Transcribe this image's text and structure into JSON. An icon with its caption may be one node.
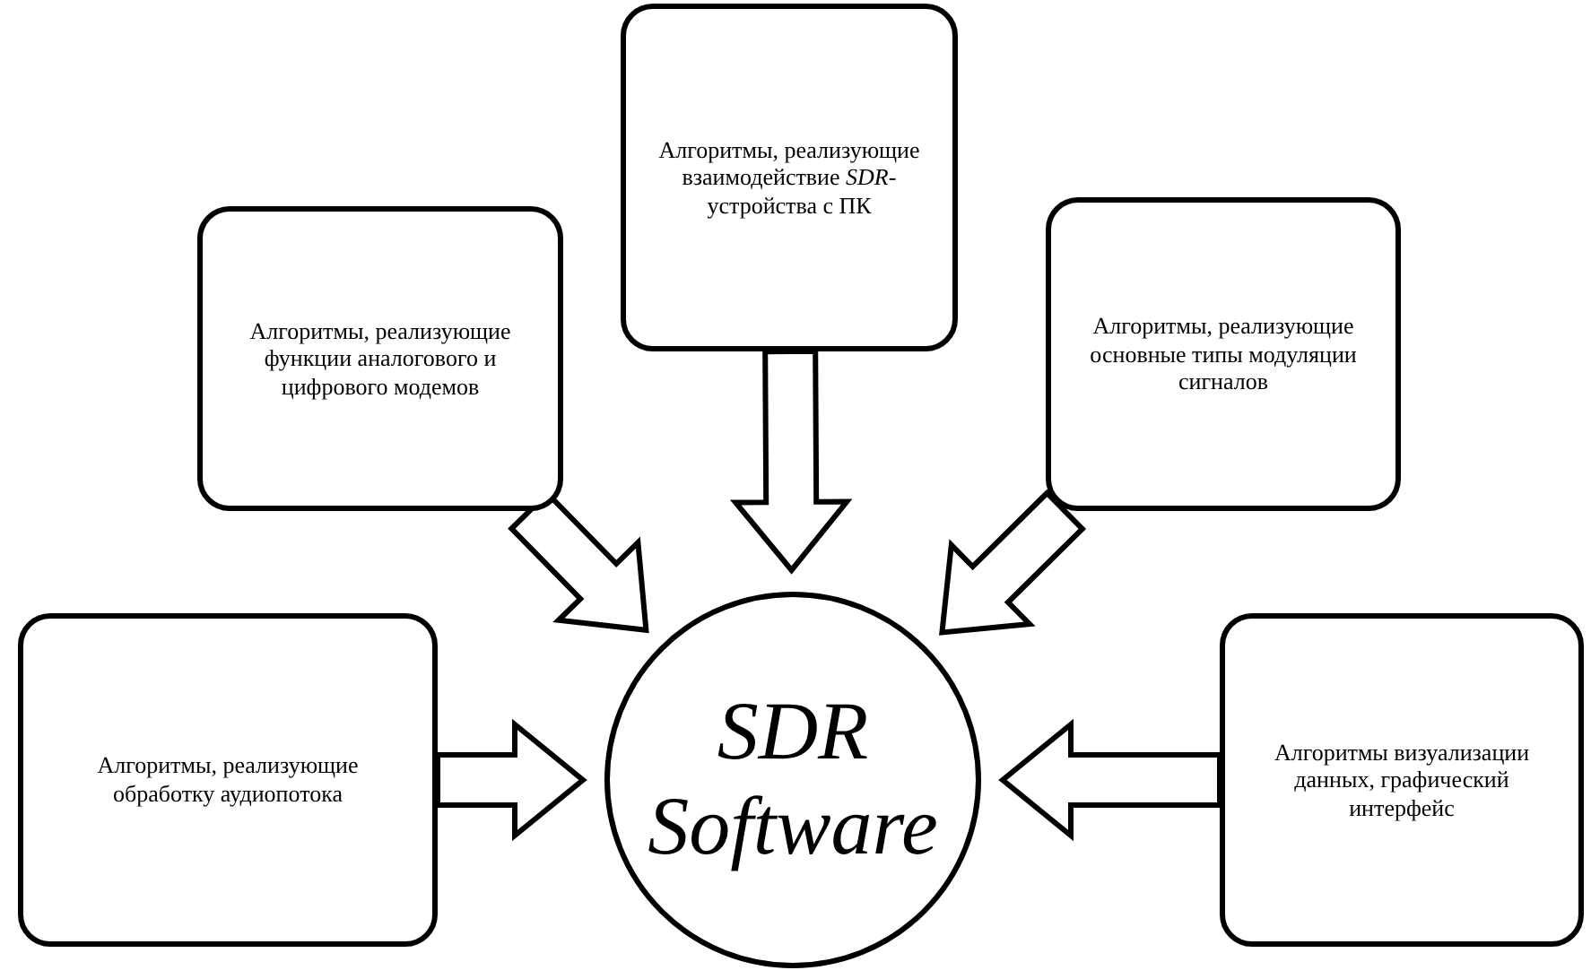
{
  "diagram": {
    "nodes": [
      {
        "text": [
          "Алгоритмы, реализующие взаимодействие *SDR*-устройства с ПК"
        ]
      },
      {
        "text": [
          "Алгоритмы, реализующие функции аналогового и цифрового модемов"
        ]
      },
      {
        "text": [
          "Алгоритмы, реализующие основные типы модуляции сигналов"
        ]
      },
      {
        "text": [
          "Алгоритмы, реализующие обработку аудиопотока"
        ]
      },
      {
        "text": [
          "SDR Software"
        ]
      },
      {
        "text": [
          "Алгоритмы визуализации данных, графический интерфейс"
        ]
      }
    ],
    "edges": [
      {
        "from": 0,
        "to": 4,
        "arrow": "to"
      },
      {
        "from": 1,
        "to": 4,
        "arrow": "to"
      },
      {
        "from": 2,
        "to": 4,
        "arrow": "to"
      },
      {
        "from": 3,
        "to": 4,
        "arrow": "to"
      },
      {
        "from": 5,
        "to": 4,
        "arrow": "to"
      }
    ]
  }
}
